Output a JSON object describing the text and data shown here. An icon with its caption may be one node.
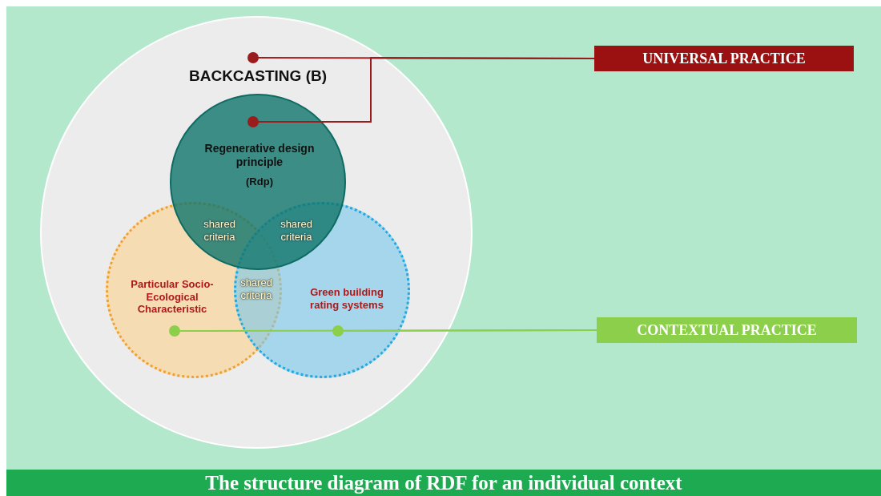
{
  "diagram": {
    "caption": "The structure diagram of RDF for an individual context",
    "nodes": [
      {
        "text": [
          "BACKCASTING (B)"
        ]
      },
      {
        "text": [
          "Regenerative design principle",
          "(Rdp)"
        ],
        "in": 0
      },
      {
        "text": [
          "Particular Socio-Ecological Characteristic"
        ],
        "in": 0
      },
      {
        "text": [
          "Green building rating systems"
        ],
        "in": 0
      },
      {
        "text": [
          "UNIVERSAL PRACTICE"
        ]
      },
      {
        "text": [
          "CONTEXTUAL PRACTICE"
        ]
      }
    ],
    "edges": [
      {
        "from": 0,
        "to": 4,
        "arrow": "other",
        "color": "#9b1c1c"
      },
      {
        "from": 1,
        "to": 4,
        "arrow": "other",
        "color": "#9b1c1c"
      },
      {
        "from": 2,
        "to": 5,
        "arrow": "other",
        "color": "#8ccf4a"
      },
      {
        "from": 3,
        "to": 5,
        "arrow": "other",
        "color": "#8ccf4a"
      }
    ],
    "labels": [
      "shared criteria",
      "shared criteria",
      "shared criteria"
    ]
  }
}
